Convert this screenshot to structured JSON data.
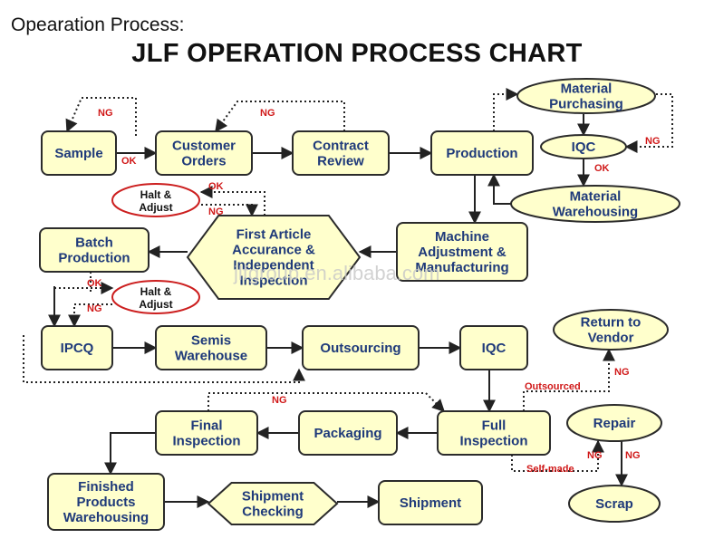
{
  "header": {
    "label": "Opearation Process:",
    "title": "JLF OPERATION PROCESS CHART"
  },
  "nodes": {
    "sample": [
      "Sample"
    ],
    "customer_orders": [
      "Customer",
      "Orders"
    ],
    "contract_review": [
      "Contract",
      "Review"
    ],
    "production": [
      "Production"
    ],
    "material_purchasing": [
      "Material",
      "Purchasing"
    ],
    "iqc_top": [
      "IQC"
    ],
    "material_warehousing": [
      "Material",
      "Warehousing"
    ],
    "halt_adjust_1": [
      "Halt &",
      "Adjust"
    ],
    "first_article": [
      "First Article",
      "Accurance &",
      "Independent",
      "Inspection"
    ],
    "machine_adjustment": [
      "Machine",
      "Adjustment &",
      "Manufacturing"
    ],
    "batch_production": [
      "Batch",
      "Production"
    ],
    "halt_adjust_2": [
      "Halt &",
      "Adjust"
    ],
    "ipcq": [
      "IPCQ"
    ],
    "semis_warehouse": [
      "Semis",
      "Warehouse"
    ],
    "outsourcing": [
      "Outsourcing"
    ],
    "iqc_mid": [
      "IQC"
    ],
    "return_to_vendor": [
      "Return to",
      "Vendor"
    ],
    "final_inspection": [
      "Final",
      "Inspection"
    ],
    "packaging": [
      "Packaging"
    ],
    "full_inspection": [
      "Full",
      "Inspection"
    ],
    "repair": [
      "Repair"
    ],
    "finished_products": [
      "Finished",
      "Products",
      "Warehousing"
    ],
    "shipment_checking": [
      "Shipment",
      "Checking"
    ],
    "shipment": [
      "Shipment"
    ],
    "scrap": [
      "Scrap"
    ]
  },
  "labels": {
    "ng": "NG",
    "ok": "OK",
    "outsourced": "Outsourced",
    "self_made": "Self-made"
  },
  "watermark": "jlfgroup.en.alibaba.com",
  "colors": {
    "node_fill": "#ffffcc",
    "node_stroke": "#2b2b2b",
    "node_text": "#1f3a7a",
    "label_red": "#d01818",
    "red_ellipse": "#cc1f1f",
    "arrow": "#222222"
  }
}
